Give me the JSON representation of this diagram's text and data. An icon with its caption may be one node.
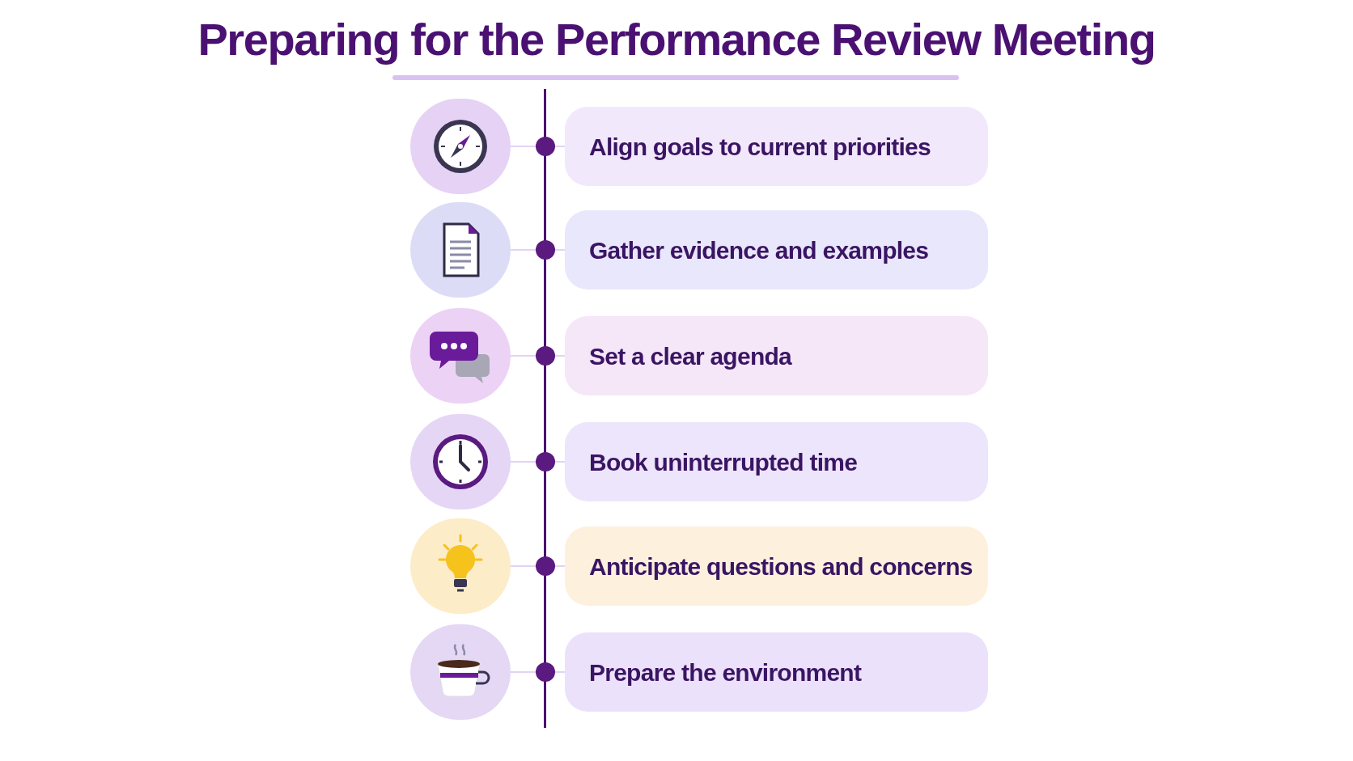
{
  "diagram": {
    "title": "Preparing for the Performance Review Meeting",
    "nodes": [
      {
        "text": [],
        "shape": "circle"
      },
      {
        "text": [
          "Align goals to current priorities"
        ]
      },
      {
        "text": [],
        "shape": "circle"
      },
      {
        "text": [
          "Gather evidence and examples"
        ]
      },
      {
        "text": [],
        "shape": "circle"
      },
      {
        "text": [
          "Set a clear agenda"
        ]
      },
      {
        "text": [],
        "shape": "circle"
      },
      {
        "text": [
          "Book uninterrupted time"
        ]
      },
      {
        "text": [],
        "shape": "circle"
      },
      {
        "text": [
          "Anticipate questions and concerns"
        ]
      },
      {
        "text": [],
        "shape": "circle"
      },
      {
        "text": [
          "Prepare the environment"
        ]
      }
    ],
    "edges": [
      {
        "from": 0,
        "to": 1,
        "arrow": "none"
      },
      {
        "from": 2,
        "to": 3,
        "arrow": "none"
      },
      {
        "from": 4,
        "to": 5,
        "arrow": "none"
      },
      {
        "from": 6,
        "to": 7,
        "arrow": "none"
      },
      {
        "from": 8,
        "to": 9,
        "arrow": "none"
      },
      {
        "from": 10,
        "to": 11,
        "arrow": "none"
      }
    ]
  }
}
